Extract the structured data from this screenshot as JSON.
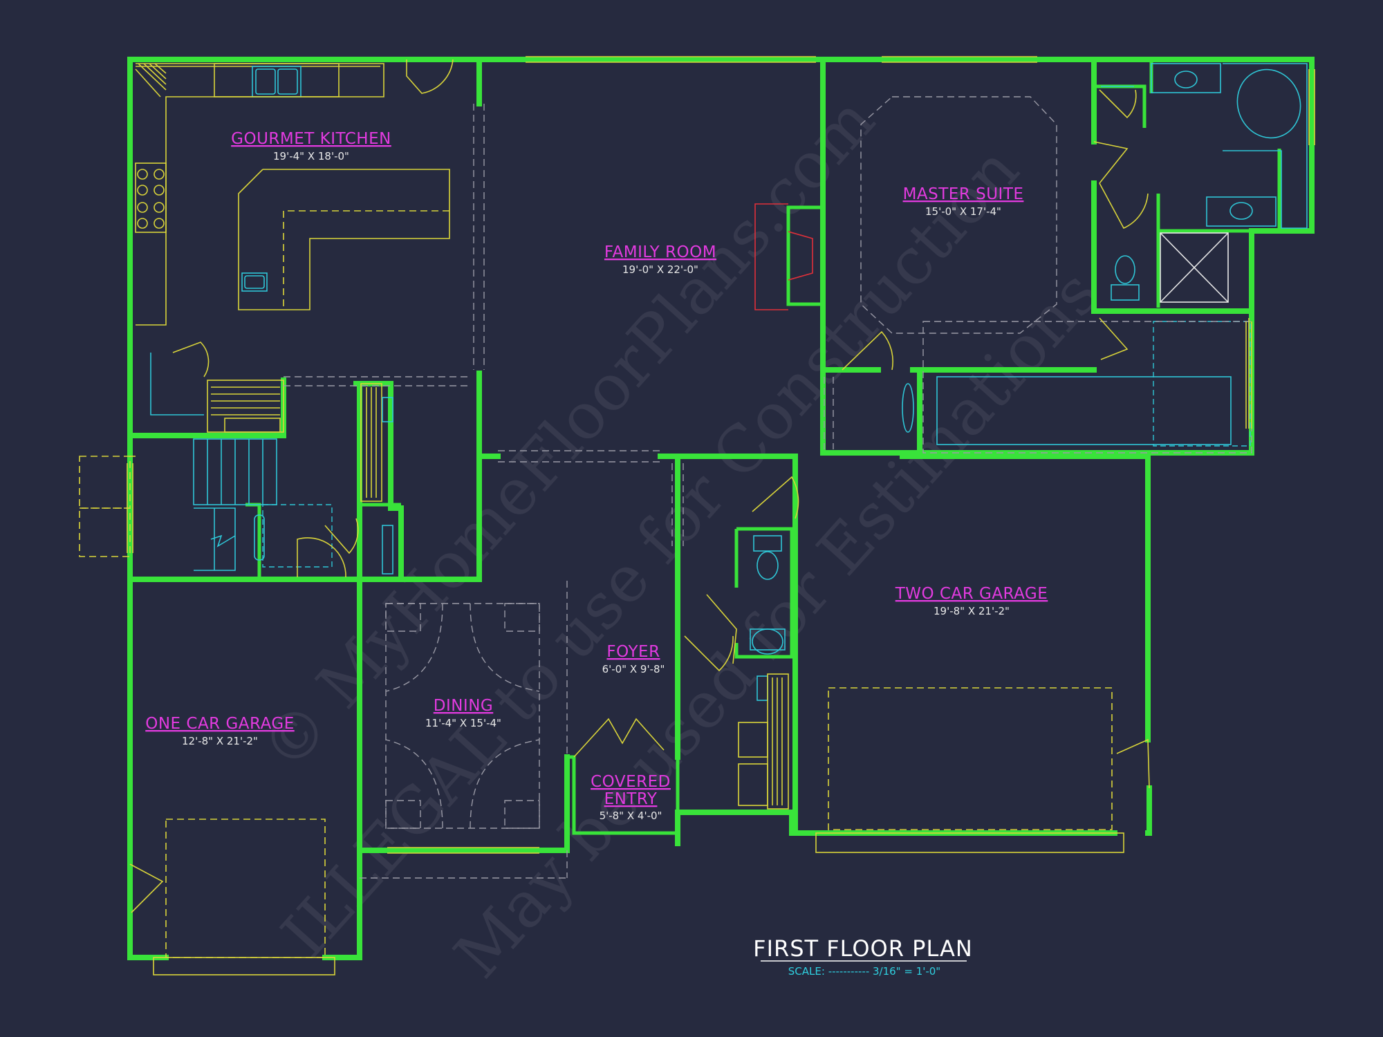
{
  "rooms": {
    "kitchen": {
      "name": "GOURMET KITCHEN",
      "dims": "19'-4\" X 18'-0\""
    },
    "family": {
      "name": "FAMILY ROOM",
      "dims": "19'-0\" X 22'-0\""
    },
    "master": {
      "name": "MASTER SUITE",
      "dims": "15'-0\" X 17'-4\""
    },
    "garage2": {
      "name": "TWO CAR GARAGE",
      "dims": "19'-8\" X 21'-2\""
    },
    "foyer": {
      "name": "FOYER",
      "dims": "6'-0\" X 9'-8\""
    },
    "dining": {
      "name": "DINING",
      "dims": "11'-4\" X 15'-4\""
    },
    "covered": {
      "name1": "COVERED",
      "name2": "ENTRY",
      "dims": "5'-8\" X 4'-0\""
    },
    "garage1": {
      "name": "ONE CAR GARAGE",
      "dims": "12'-8\" X 21'-2\""
    }
  },
  "title": {
    "main": "FIRST FLOOR PLAN",
    "scale": "SCALE: ----------- 3/16\" = 1'-0\""
  },
  "watermark": {
    "line1": "© MyHomeFloorPlans.com",
    "line2": "ILLEGAL to use for Construction",
    "line3": "May be used for Estimations"
  },
  "colors": {
    "background": "#262a3f",
    "walls": "#39e33a",
    "room_labels": "#e33be0",
    "fixtures": "#d9d43a",
    "plumbing": "#2fc6d6"
  }
}
